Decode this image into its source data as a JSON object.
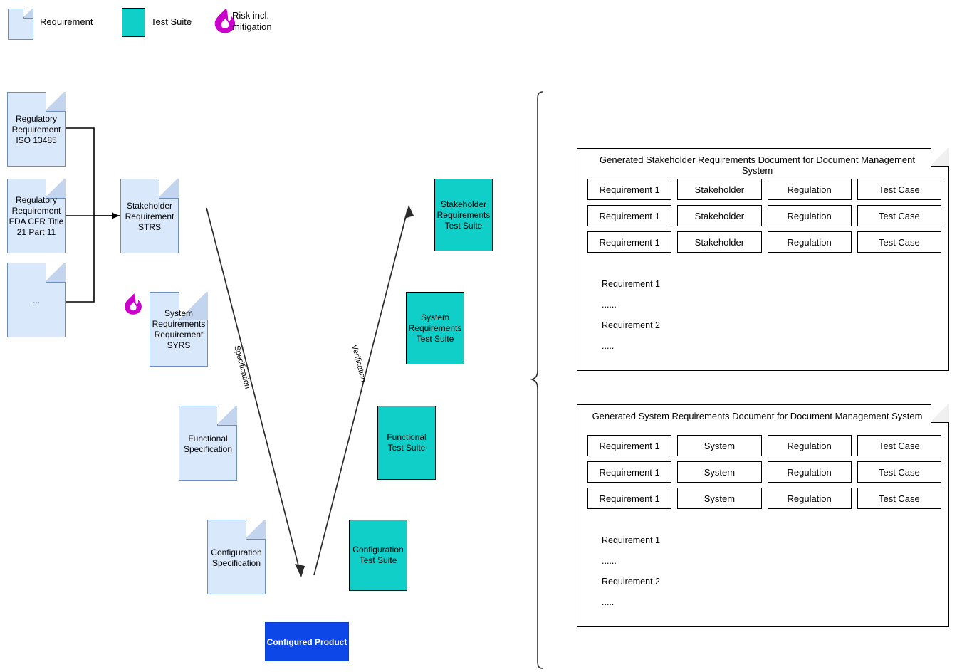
{
  "legend": {
    "items": [
      {
        "icon": "requirement-doc-icon",
        "label": "Requirement"
      },
      {
        "icon": "test-suite-icon",
        "label": "Test Suite"
      },
      {
        "icon": "risk-flame-icon",
        "label": "Risk incl.\nmitigation"
      }
    ]
  },
  "vmodel": {
    "left_arrow_label": "Specification",
    "right_arrow_label": "Verification",
    "requirements": [
      {
        "id": "reg-iso",
        "label": "Regulatory\nRequirement\nISO 13485"
      },
      {
        "id": "reg-fda",
        "label": "Regulatory\nRequirement\nFDA CFR Title\n21 Part 11"
      },
      {
        "id": "reg-more",
        "label": "..."
      },
      {
        "id": "strs",
        "label": "Stakeholder\nRequirement\nSTRS"
      },
      {
        "id": "syrs",
        "label": "System\nRequirements\nRequirement\nSYRS"
      },
      {
        "id": "funcspec",
        "label": "Functional\nSpecification"
      },
      {
        "id": "configspec",
        "label": "Configuration\nSpecification"
      }
    ],
    "test_suites": [
      {
        "id": "strs-suite",
        "label": "Stakeholder\nRequirements\nTest Suite"
      },
      {
        "id": "syrs-suite",
        "label": "System\nRequirements\nTest Suite"
      },
      {
        "id": "func-suite",
        "label": "Functional\nTest Suite"
      },
      {
        "id": "config-suite",
        "label": "Configuration\nTest Suite"
      }
    ],
    "product": {
      "id": "configured-product",
      "label": "Configured Product"
    },
    "risk_icon_name": "risk-flame-icon"
  },
  "generated_documents": [
    {
      "id": "stakeholder-requirements-document",
      "title": "Generated Stakeholder Requirements Document for Document Management System",
      "table": {
        "rows": [
          [
            "Requirement 1",
            "Stakeholder",
            "Regulation",
            "Test Case"
          ],
          [
            "Requirement 1",
            "Stakeholder",
            "Regulation",
            "Test Case"
          ],
          [
            "Requirement 1",
            "Stakeholder",
            "Regulation",
            "Test Case"
          ]
        ]
      },
      "body": [
        "Requirement 1",
        "......",
        "Requirement 2",
        "....."
      ]
    },
    {
      "id": "system-requirements-document",
      "title": "Generated System Requirements Document for Document Management System",
      "table": {
        "rows": [
          [
            "Requirement 1",
            "System",
            "Regulation",
            "Test Case"
          ],
          [
            "Requirement 1",
            "System",
            "Regulation",
            "Test Case"
          ],
          [
            "Requirement 1",
            "System",
            "Regulation",
            "Test Case"
          ]
        ]
      },
      "body": [
        "Requirement 1",
        "......",
        "Requirement 2",
        "....."
      ]
    }
  ],
  "colors": {
    "requirement_fill": "#dae8fc",
    "requirement_stroke": "#6c8ebf",
    "test_suite_fill": "#10cfc9",
    "test_suite_stroke": "#000000",
    "product_fill": "#0d47e8",
    "risk_flame": "#cc00cc",
    "connector": "#000000"
  }
}
